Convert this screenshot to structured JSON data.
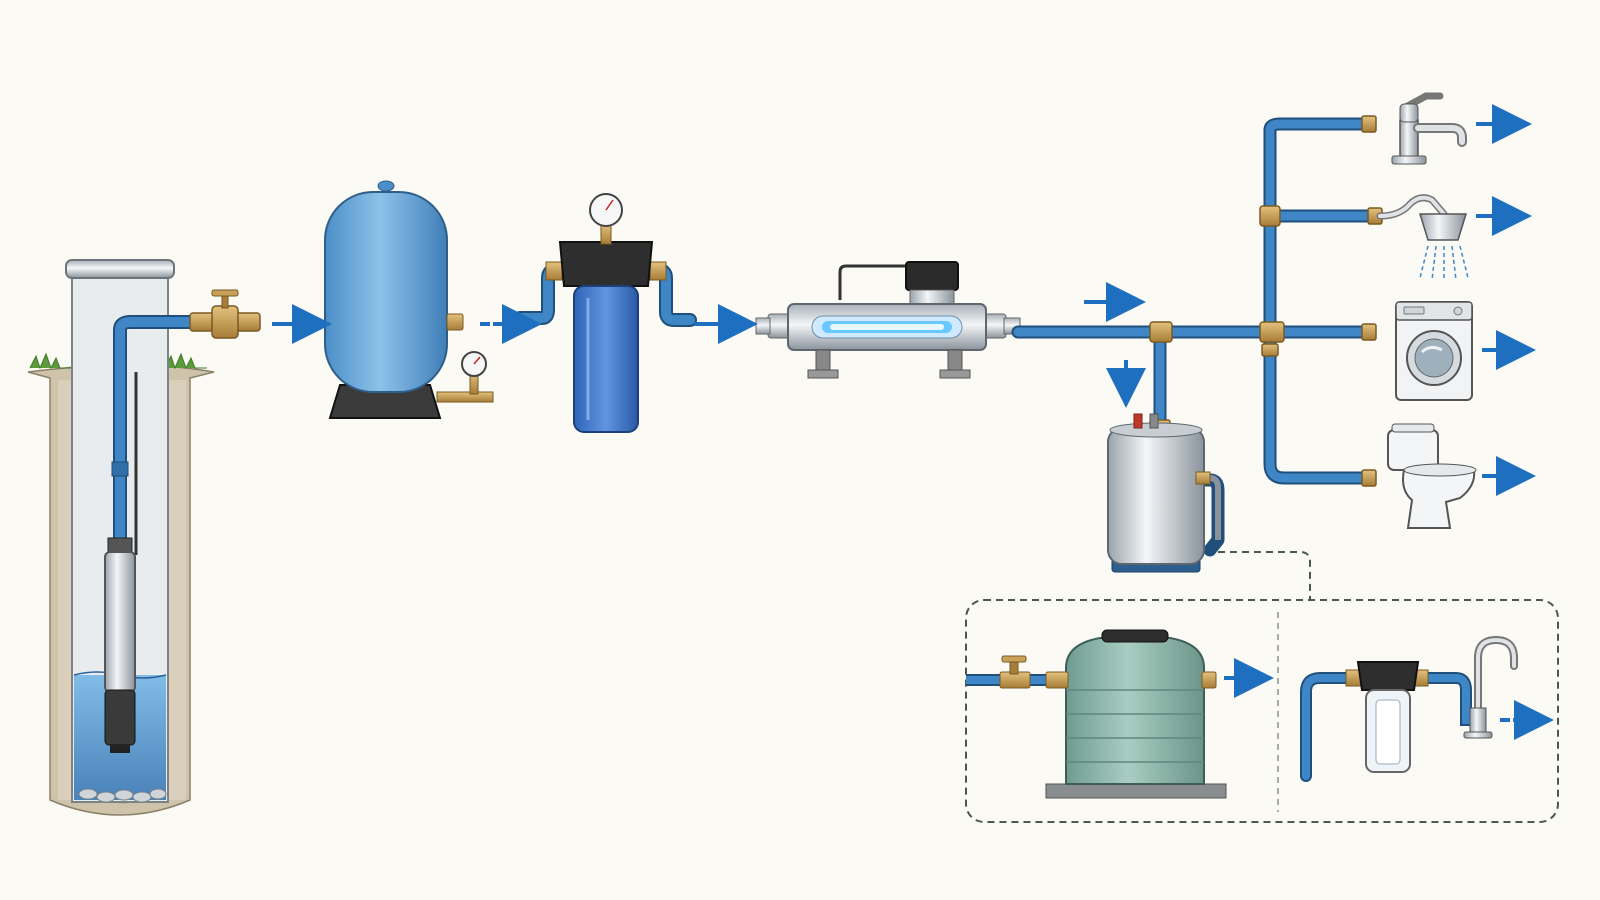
{
  "diagram": {
    "kind": "well-water-supply-schematic",
    "labels": [],
    "components": [
      {
        "id": "well",
        "icon": "submersible-well-pump-icon"
      },
      {
        "id": "well-valve",
        "icon": "ball-valve-icon"
      },
      {
        "id": "pressure-tank",
        "icon": "pressure-tank-icon"
      },
      {
        "id": "tank-pressure-gauge",
        "icon": "pressure-gauge-icon"
      },
      {
        "id": "sediment-filter",
        "icon": "cartridge-filter-icon"
      },
      {
        "id": "filter-pressure-gauge",
        "icon": "pressure-gauge-icon"
      },
      {
        "id": "uv-sterilizer",
        "icon": "uv-lamp-icon"
      },
      {
        "id": "water-heater",
        "icon": "water-heater-icon"
      },
      {
        "id": "kitchen-faucet",
        "icon": "faucet-icon"
      },
      {
        "id": "shower",
        "icon": "shower-head-icon"
      },
      {
        "id": "washing-machine",
        "icon": "washing-machine-icon"
      },
      {
        "id": "toilet",
        "icon": "toilet-icon"
      },
      {
        "id": "storage-tank",
        "icon": "storage-tank-icon"
      },
      {
        "id": "point-of-use-filter",
        "icon": "cartridge-filter-icon"
      },
      {
        "id": "drinking-tap",
        "icon": "gooseneck-tap-icon"
      }
    ],
    "colors": {
      "pipe": "#3f86c6",
      "pipe_outline": "#1f4f7a",
      "flow_arrow": "#1e6fbf",
      "brass": "#c9a25a",
      "tank_blue": "#6aa8d8",
      "storage_green": "#8fb8ac",
      "detail_border": "#4a5a48",
      "uv_glow": "#69c8ff"
    }
  }
}
